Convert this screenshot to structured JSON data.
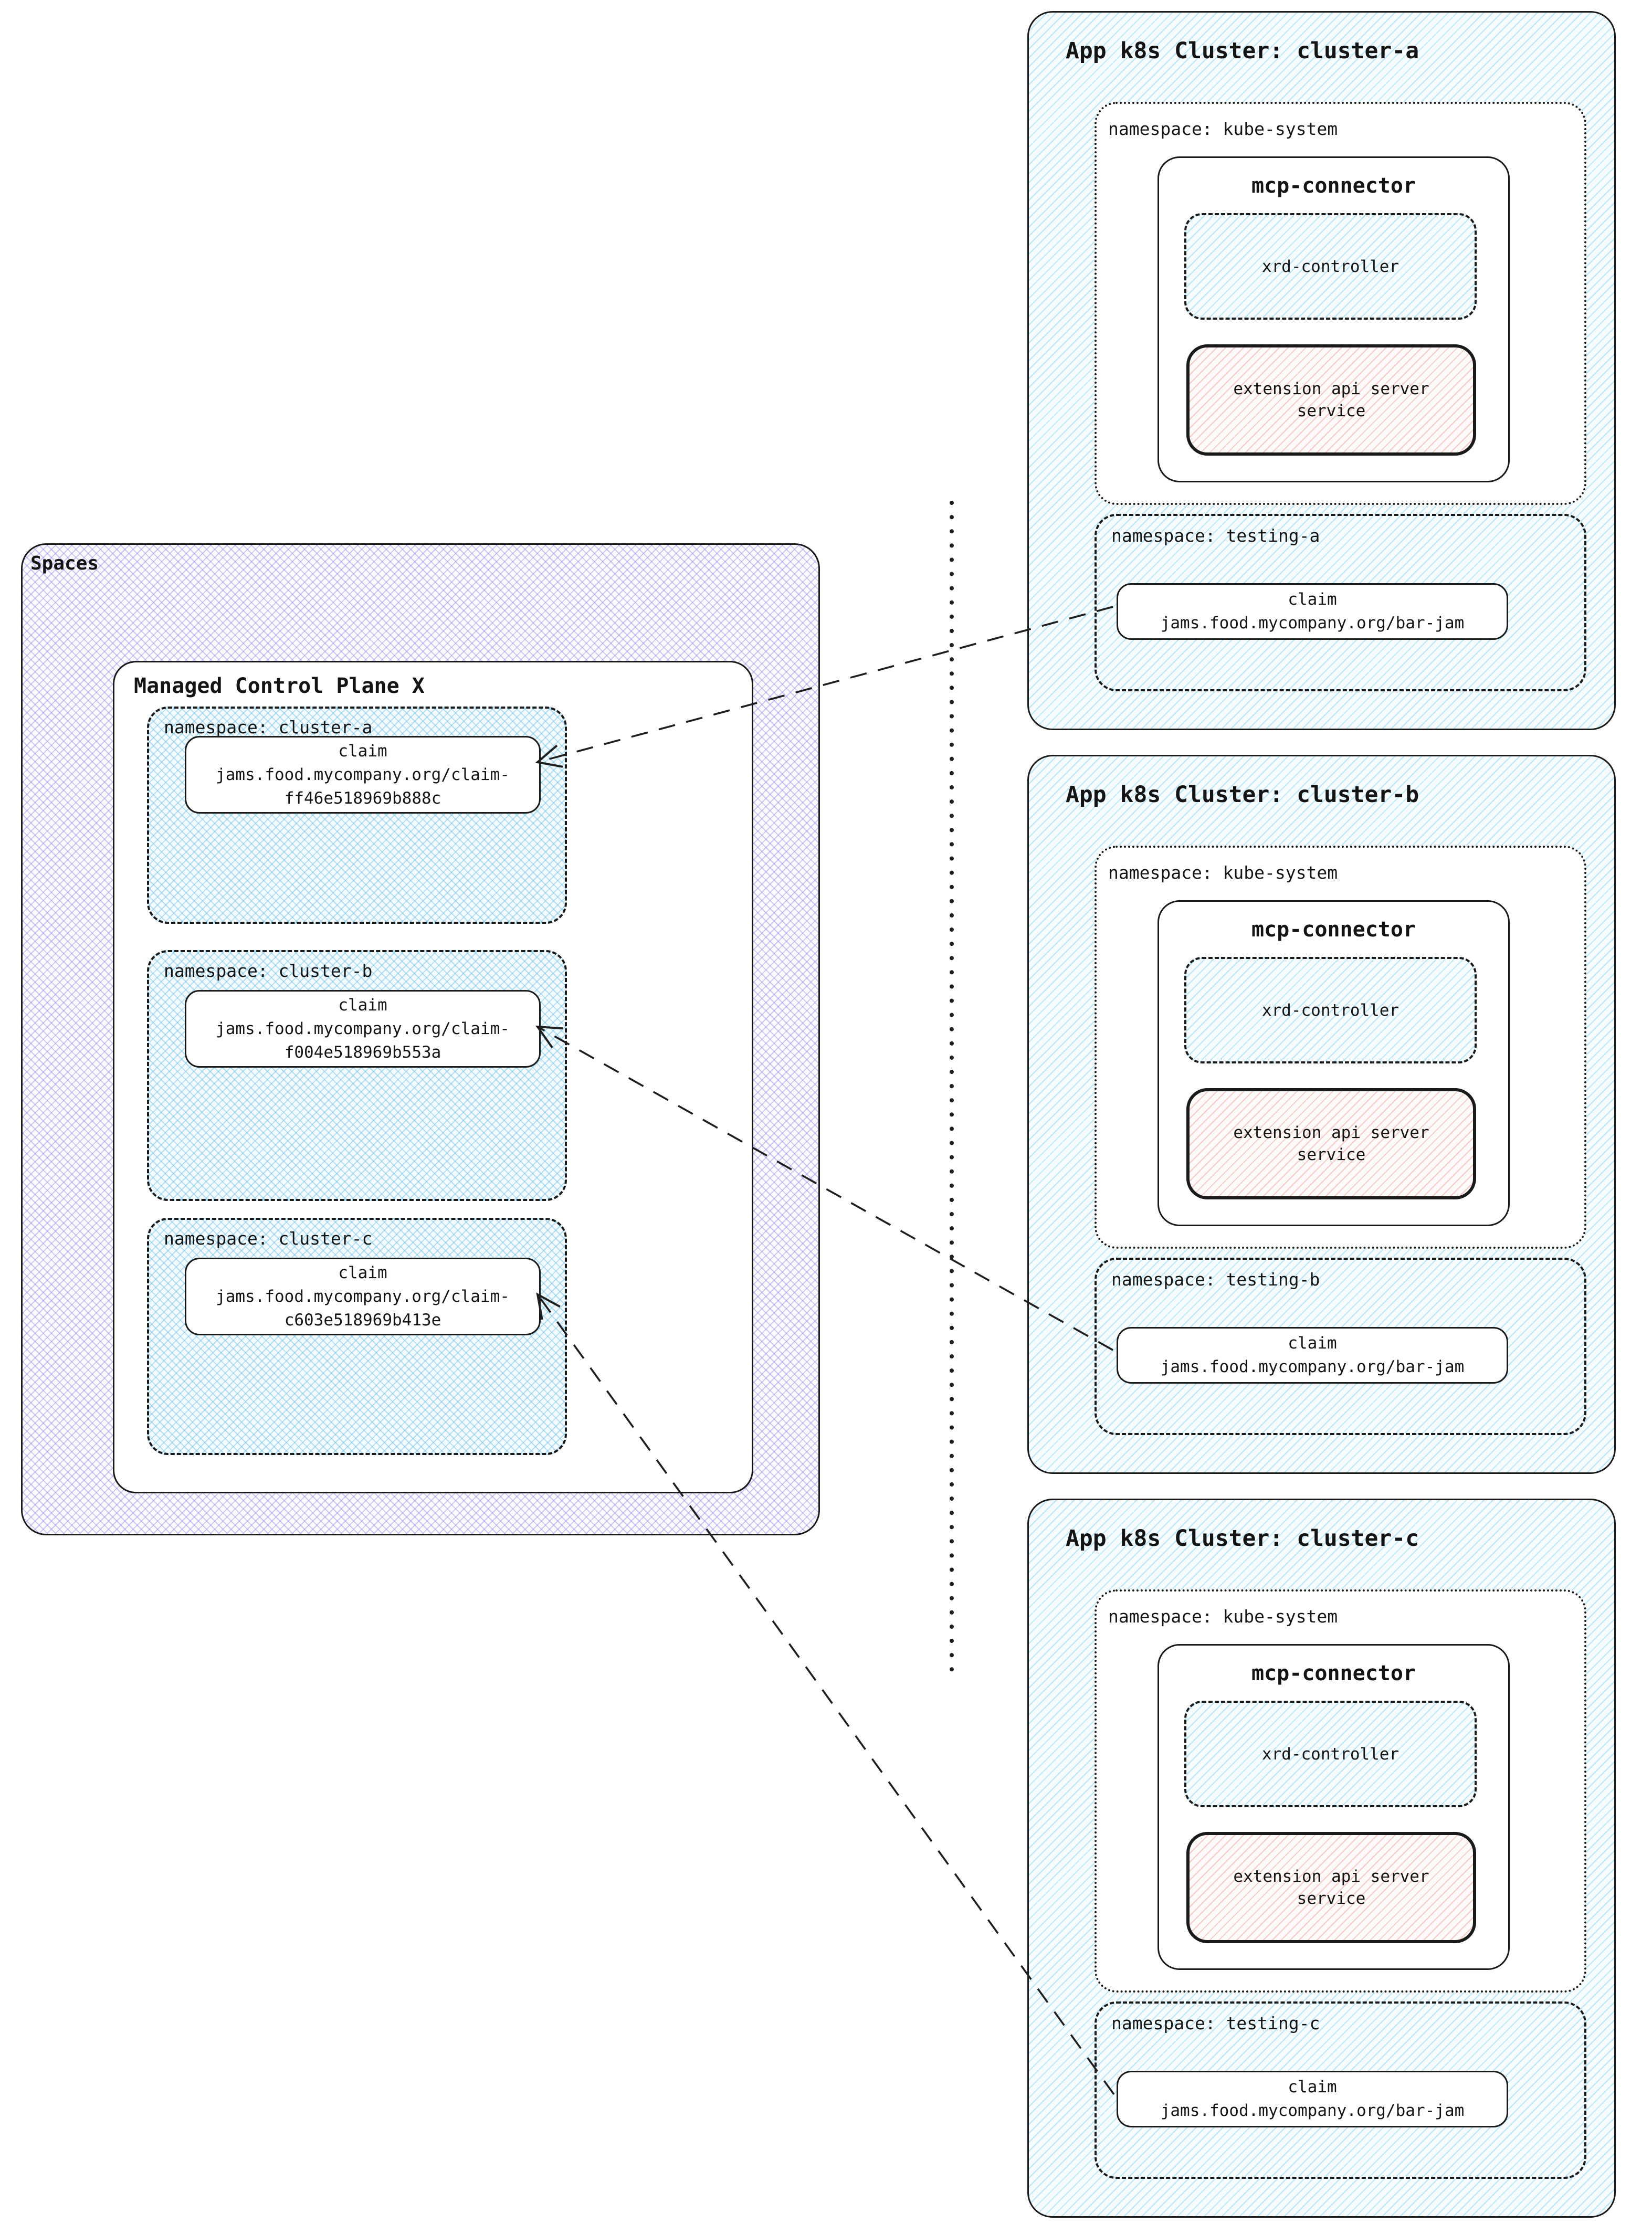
{
  "diagram": {
    "spaces": {
      "title": "Spaces",
      "control_plane": {
        "title": "Managed Control Plane X",
        "namespaces": [
          {
            "label": "namespace: cluster-a",
            "claim_lines": [
              "claim",
              "jams.food.mycompany.org/claim-",
              "ff46e518969b888c"
            ]
          },
          {
            "label": "namespace: cluster-b",
            "claim_lines": [
              "claim",
              "jams.food.mycompany.org/claim-",
              "f004e518969b553a"
            ]
          },
          {
            "label": "namespace: cluster-c",
            "claim_lines": [
              "claim",
              "jams.food.mycompany.org/claim-",
              "c603e518969b413e"
            ]
          }
        ]
      }
    },
    "clusters": [
      {
        "title": "App k8s Cluster: cluster-a",
        "kube_namespace": {
          "label": "namespace: kube-system",
          "mcp_connector": {
            "title": "mcp-connector",
            "xrd_controller": "xrd-controller",
            "extension_api_lines": [
              "extension api server",
              "service"
            ]
          }
        },
        "testing_namespace": {
          "label": "namespace: testing-a",
          "claim_lines": [
            "claim",
            "jams.food.mycompany.org/bar-jam"
          ]
        }
      },
      {
        "title": "App k8s Cluster: cluster-b",
        "kube_namespace": {
          "label": "namespace: kube-system",
          "mcp_connector": {
            "title": "mcp-connector",
            "xrd_controller": "xrd-controller",
            "extension_api_lines": [
              "extension api server",
              "service"
            ]
          }
        },
        "testing_namespace": {
          "label": "namespace: testing-b",
          "claim_lines": [
            "claim",
            "jams.food.mycompany.org/bar-jam"
          ]
        }
      },
      {
        "title": "App k8s Cluster: cluster-c",
        "kube_namespace": {
          "label": "namespace: kube-system",
          "mcp_connector": {
            "title": "mcp-connector",
            "xrd_controller": "xrd-controller",
            "extension_api_lines": [
              "extension api server",
              "service"
            ]
          }
        },
        "testing_namespace": {
          "label": "namespace: testing-c",
          "claim_lines": [
            "claim",
            "jams.food.mycompany.org/bar-jam"
          ]
        }
      }
    ],
    "colors": {
      "border": "#1a1a1a",
      "purple_hatch": "#8a70e8",
      "blue_hatch": "#50b4e4",
      "pink_hatch": "#e8847a",
      "text": "#141414"
    }
  }
}
